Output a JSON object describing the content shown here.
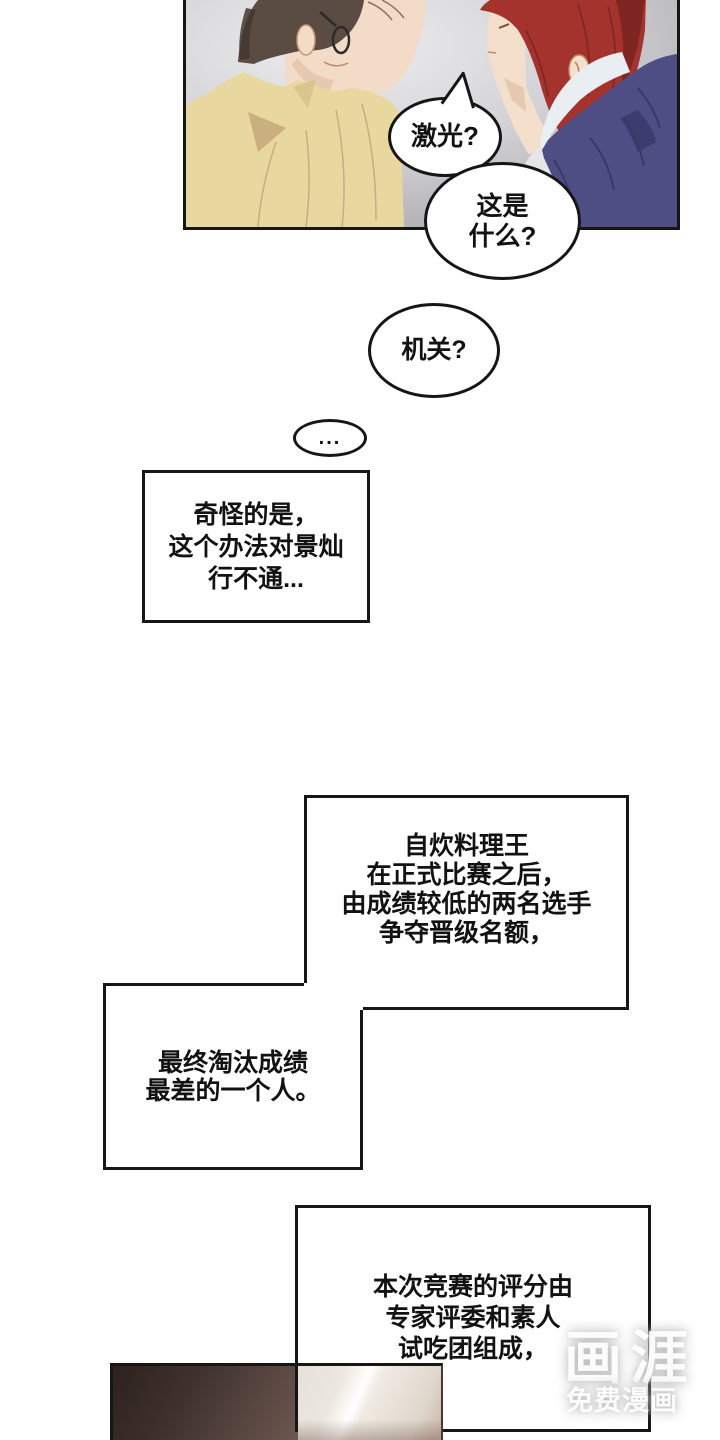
{
  "comic": {
    "bubbles": {
      "laser": "激光?",
      "what": [
        "这是",
        "什么?"
      ],
      "mechanism": "机关?",
      "ellipsis": "..."
    },
    "narration": {
      "box1": [
        "奇怪的是，",
        "这个办法对景灿",
        "行不通..."
      ],
      "box2": [
        "自炊料理王",
        "在正式比赛之后，",
        "由成绩较低的两名选手",
        "争夺晋级名额，"
      ],
      "box3": [
        "最终淘汰成绩",
        "最差的一个人。"
      ],
      "box4": [
        "本次竞赛的评分由",
        "专家评委和素人",
        "试吃团组成，"
      ]
    }
  },
  "watermark": {
    "logo": "画涯",
    "tagline": "免费漫画"
  },
  "colors": {
    "panel_border": "#161616",
    "left_hair": "#5a4c43",
    "left_hair_dark": "#433830",
    "left_skin": "#f3dcc7",
    "left_skin_shadow": "#dfbda3",
    "left_shirt": "#e9d7a0",
    "left_shirt_shadow": "#c9b07e",
    "right_hair": "#a4332e",
    "right_hair_dark": "#7c2521",
    "right_skin": "#f4dfcc",
    "right_collar": "#e8eef1",
    "right_collar_shadow": "#c2d3da",
    "right_undershirt": "#e7e5e7",
    "right_sweater": "#4e4d84",
    "right_sweater_dark": "#3a396a",
    "bottom_panel_dark": "#342826",
    "bottom_panel_light": "#6e5850",
    "card_beige": "#eae5dd"
  }
}
